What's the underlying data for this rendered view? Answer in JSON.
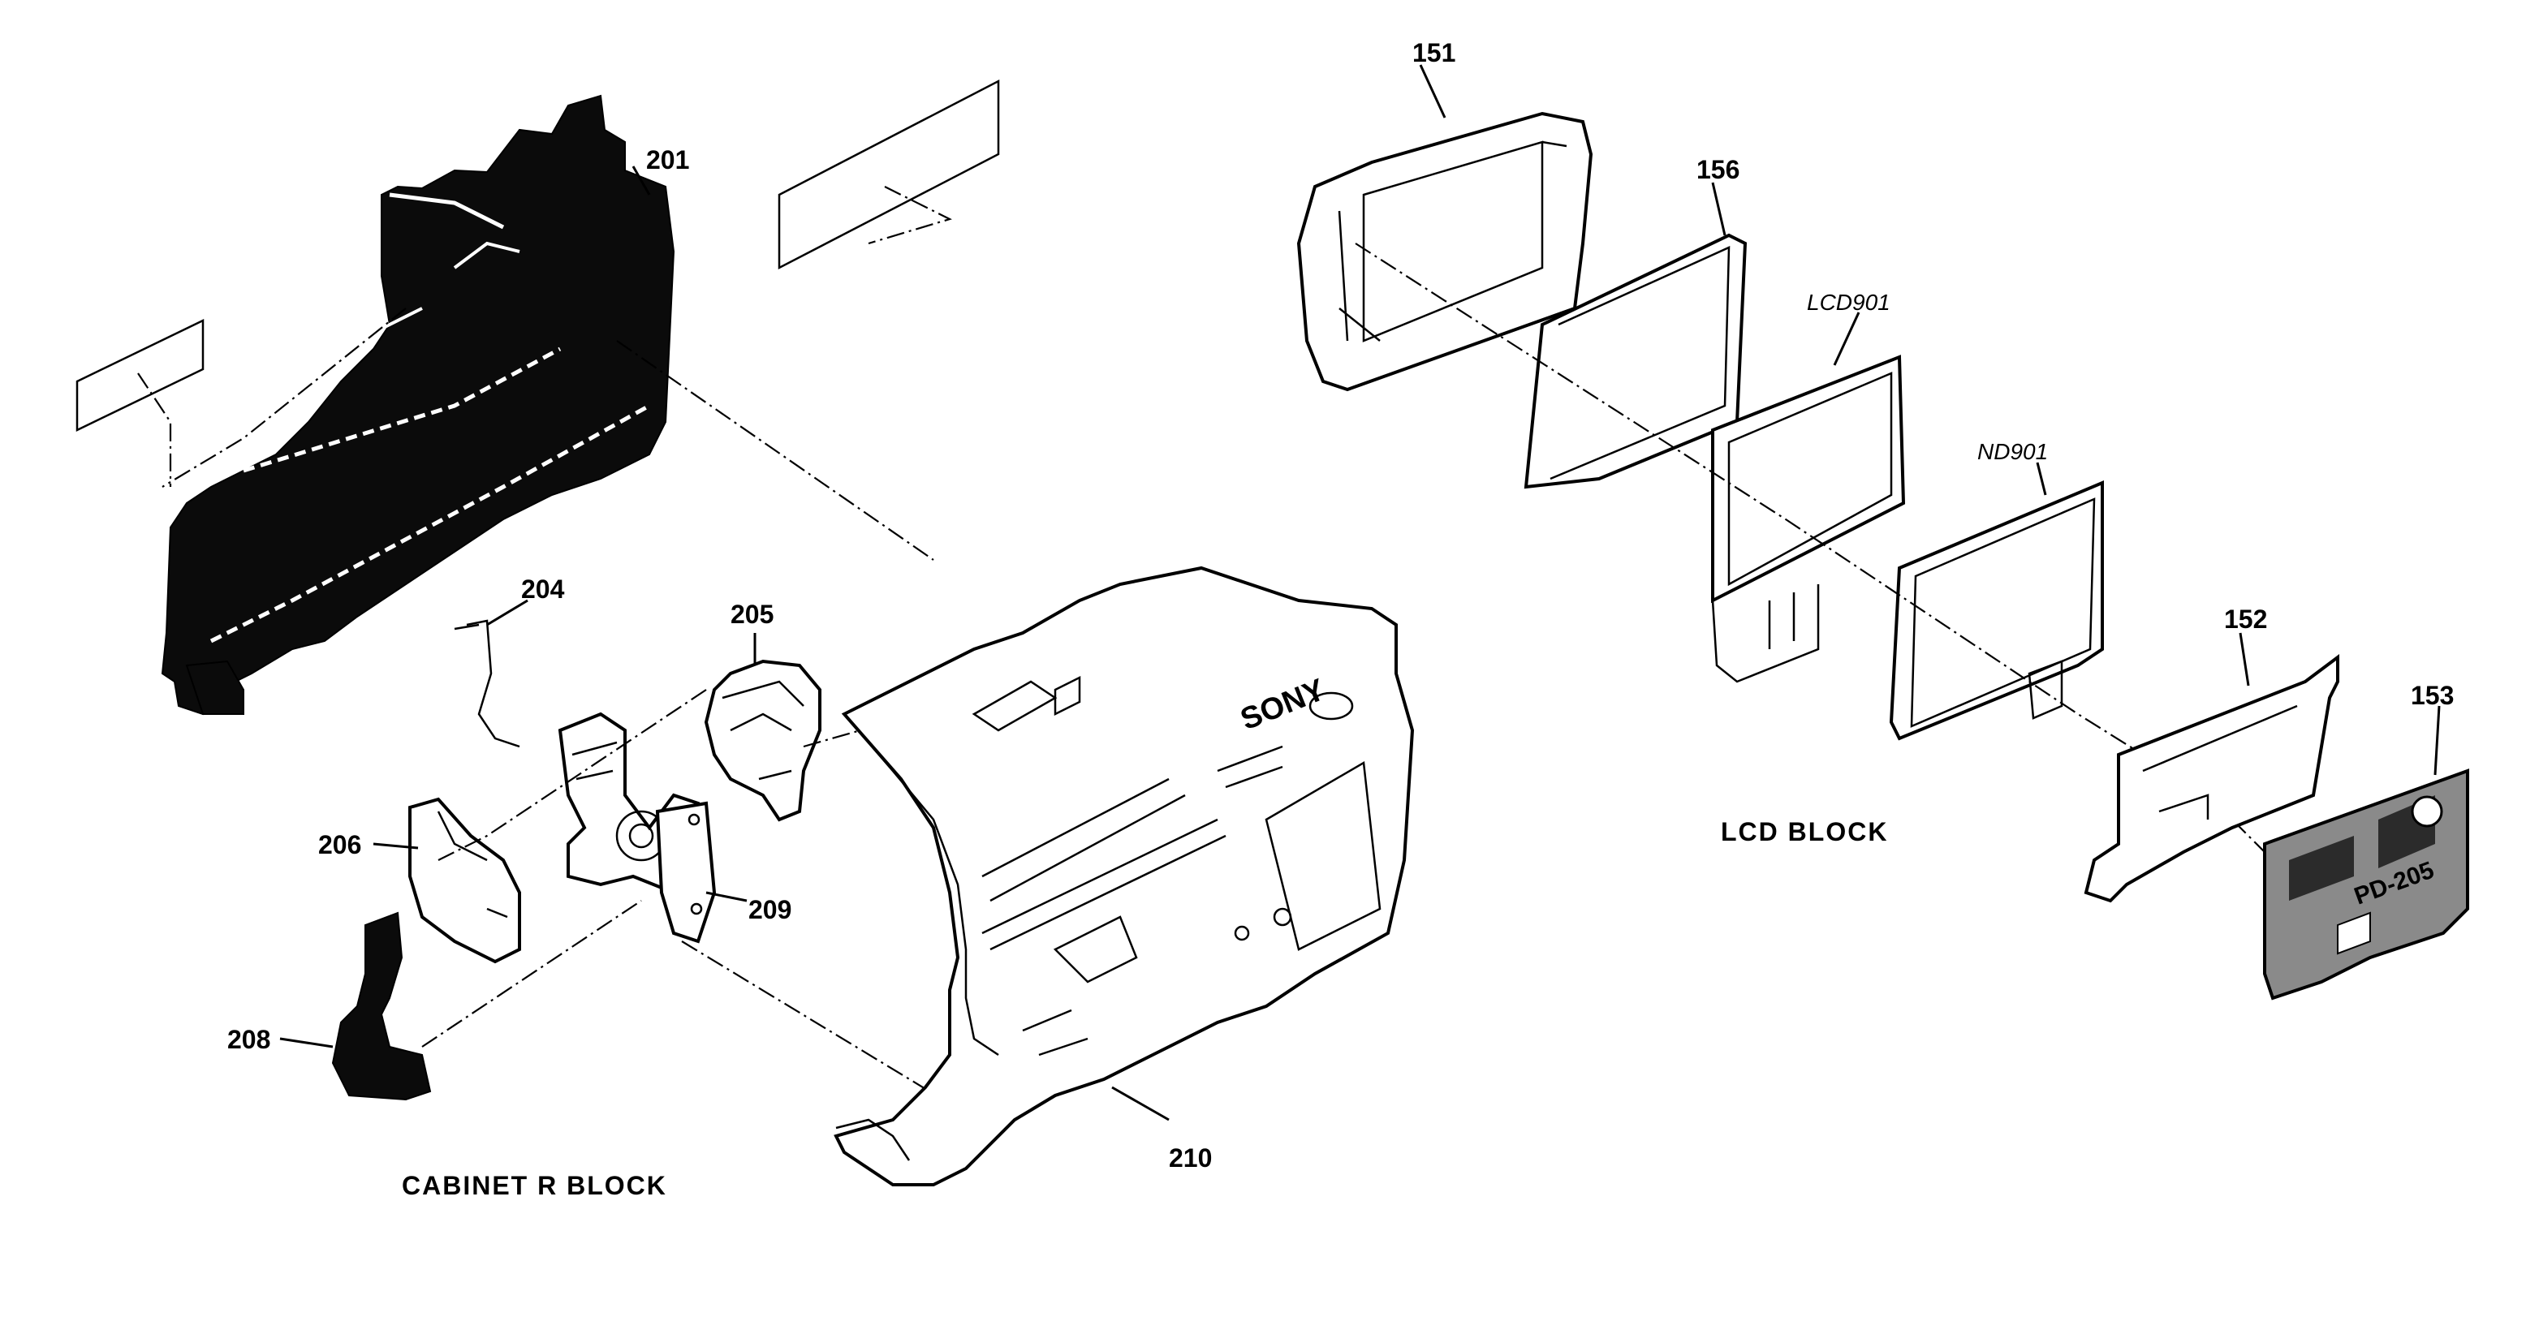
{
  "diagram": {
    "blocks": {
      "cabinet_r": "CABINET R BLOCK",
      "lcd": "LCD BLOCK"
    },
    "brand_marks": {
      "camera_logo": "SONY",
      "board_print": "PD-205"
    },
    "parts": {
      "p201": "201",
      "p204": "204",
      "p205": "205",
      "p206": "206",
      "p208": "208",
      "p209": "209",
      "p210": "210",
      "p151": "151",
      "p156": "156",
      "p152": "152",
      "p153": "153",
      "lcd901": "LCD901",
      "nd901": "ND901"
    }
  }
}
